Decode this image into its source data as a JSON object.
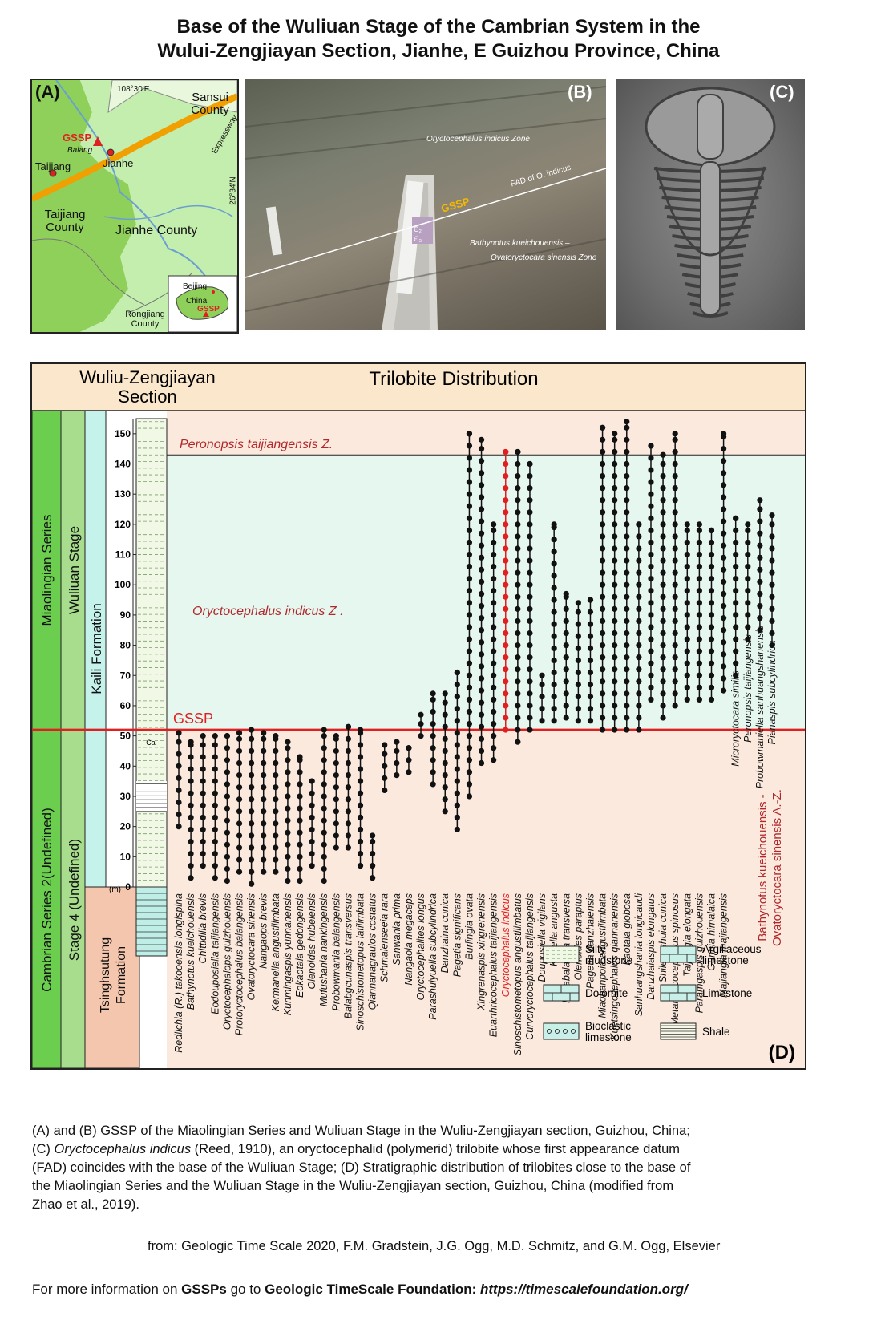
{
  "title_line1": "Base of the Wuliuan Stage of the Cambrian System in the",
  "title_line2": "Wului-Zengjiayan Section, Jianhe, E Guizhou Province, China",
  "panel_a": {
    "label": "(A)",
    "lon": "108°30'E",
    "lat": "26°34'N",
    "expressway": "Expressway",
    "sansui": "Sansui County",
    "gssp": "GSSP",
    "balang": "Balang",
    "jianhe": "Jianhe",
    "taijiang": "Taijiang",
    "taijiang_county": "Taijiang County",
    "jianhe_county": "Jianhe County",
    "rongjiang": "Rongjiang County",
    "inset_china": "China",
    "inset_beijing": "Beijing",
    "inset_gssp": "GSSP"
  },
  "panel_b": {
    "label": "(B)",
    "zone_upper": "Oryctocephalus indicus Zone",
    "fad": "FAD of O. indicus",
    "gssp": "GSSP",
    "zone_lower1": "Bathynotus kueichouensis –",
    "zone_lower2": "Ovatoryctocara sinensis Zone",
    "sign1": "Є₂",
    "sign2": "Є₃"
  },
  "panel_c": {
    "label": "(C)"
  },
  "panel_d": {
    "label": "(D)",
    "section_title1": "Wuliu-Zengjiayan",
    "section_title2": "Section",
    "trilobite_title": "Trilobite Distribution",
    "miaolingian": "Miaolingian Series",
    "wuliuan": "Wuliuan   Stage",
    "series2": "Cambrian Series 2(Undefined)",
    "stage4": "Stage 4 (Undefined)",
    "kaili": "Kaili     Formation",
    "tsinghsutung1": "Tsinghsutung",
    "tsinghsutung2": "Formation",
    "gssp": "GSSP",
    "unit": "(m)",
    "ca_label": "Ca",
    "zone_top": "Peronopsis taijiangensis Z.",
    "zone_mid": "Oryctocephalus indicus  Z .",
    "zone_bot1": "Bathynotus  kueichouensis -",
    "zone_bot2": "Ovatoryctocara sinensis A.-Z.",
    "legend": {
      "silty": "Silty mudstone",
      "argillaceous": "Argillaceous limestone",
      "dolomite": "Dolomite",
      "limestone": "Limestone",
      "bioclastic": "Bioclastic limestone",
      "shale": "Shale"
    }
  },
  "chart_data": {
    "type": "range-chart",
    "ylabel": "(m)",
    "yticks": [
      0,
      10,
      20,
      30,
      40,
      50,
      60,
      70,
      80,
      90,
      100,
      110,
      120,
      130,
      140,
      150
    ],
    "ylim": [
      0,
      155
    ],
    "gssp_level": 52,
    "zone_boundary_top": 143,
    "series": [
      {
        "name": "Redlichia (R.) takooensis longispina",
        "min": 20,
        "max": 51
      },
      {
        "name": "Bathynotus kueichouensis",
        "min": 3,
        "max": 48
      },
      {
        "name": "Chittidilla  brevis",
        "min": 7,
        "max": 50
      },
      {
        "name": "Eodouposiella taijiangensis",
        "min": 3,
        "max": 50
      },
      {
        "name": "Oryctocephalops guizhouensis",
        "min": 2,
        "max": 50
      },
      {
        "name": "Protoryctocephalus balangensis",
        "min": 5,
        "max": 51
      },
      {
        "name": "Ovatoryctocara sinensis",
        "min": 1,
        "max": 52
      },
      {
        "name": "Nangaops brevis",
        "min": 5,
        "max": 51
      },
      {
        "name": "Kermanella angustilimbata",
        "min": 5,
        "max": 50
      },
      {
        "name": "Kunmingaspis yunnanensis",
        "min": 2,
        "max": 48
      },
      {
        "name": "Eokaotaia gedongensis",
        "min": 2,
        "max": 43
      },
      {
        "name": "Olenoides hubeiensis",
        "min": 7,
        "max": 35
      },
      {
        "name": "Mufushania nankingensis",
        "min": 2,
        "max": 52
      },
      {
        "name": "Probowmania balangensis",
        "min": 13,
        "max": 50
      },
      {
        "name": "Balabgcunaspis transversus",
        "min": 13,
        "max": 53
      },
      {
        "name": "Sinoschistometopus latilimbata",
        "min": 7,
        "max": 52
      },
      {
        "name": "Qiannanagraulos costatus",
        "min": 3,
        "max": 17
      },
      {
        "name": "Schmalenseeia rara",
        "min": 32,
        "max": 47
      },
      {
        "name": "Sanwania prima",
        "min": 37,
        "max": 48
      },
      {
        "name": "Nangaoia megaceps",
        "min": 38,
        "max": 46
      },
      {
        "name": "Oryctocephalites longus",
        "min": 50,
        "max": 57
      },
      {
        "name": "Parashuiyuella subcylindrica",
        "min": 34,
        "max": 64
      },
      {
        "name": "Danzhaina conica",
        "min": 25,
        "max": 64
      },
      {
        "name": "Pagetia significans",
        "min": 19,
        "max": 71
      },
      {
        "name": "Burlingia ovata",
        "min": 30,
        "max": 150
      },
      {
        "name": "Xingrenaspis xingrenensis",
        "min": 41,
        "max": 148
      },
      {
        "name": "Euarthricocephalus taijiangensis",
        "min": 42,
        "max": 120
      },
      {
        "name": "Oryctocephalus indicus",
        "min": 52,
        "max": 144
      },
      {
        "name": "Sinoschistometopus angustilimbatus",
        "min": 48,
        "max": 144
      },
      {
        "name": "Curvoryctocephalus taijiangensis",
        "min": 52,
        "max": 140
      },
      {
        "name": "Douposiella vigilans",
        "min": 55,
        "max": 70
      },
      {
        "name": "Kaijiella angusta",
        "min": 55,
        "max": 120
      },
      {
        "name": "Metabalangia transversa",
        "min": 56,
        "max": 97
      },
      {
        "name": "Olenoides paraptus",
        "min": 55,
        "max": 94
      },
      {
        "name": "Pagetia danzhaiensis",
        "min": 55,
        "max": 95
      },
      {
        "name": "Miaobanpoia angustilimbata",
        "min": 52,
        "max": 152
      },
      {
        "name": "Kuetsingocephalus qiannanensis",
        "min": 52,
        "max": 150
      },
      {
        "name": "Kaotaia globosa",
        "min": 52,
        "max": 154
      },
      {
        "name": "Sanhuangshania longicaudi",
        "min": 52,
        "max": 120
      },
      {
        "name": "Danzhaiaspis elongatus",
        "min": 62,
        "max": 146
      },
      {
        "name": "Shilengshuia conica",
        "min": 56,
        "max": 143
      },
      {
        "name": "Metarthricocephalus spinosus",
        "min": 60,
        "max": 150
      },
      {
        "name": "Taijiangia elongata",
        "min": 62,
        "max": 120
      },
      {
        "name": "Paramgaspis guizhouensis",
        "min": 62,
        "max": 120
      },
      {
        "name": "Gunnia himalaica",
        "min": 62,
        "max": 118
      },
      {
        "name": "Majiangia majiangensis",
        "min": 65,
        "max": 150
      },
      {
        "name": "Microryctocara similis",
        "min": 70,
        "max": 122
      },
      {
        "name": "Peronopsis taijiangensis",
        "min": 82,
        "max": 120
      },
      {
        "name": "Probowmaniella sanhuangshanensis",
        "min": 85,
        "max": 128
      },
      {
        "name": "Pianaspis subcylindrica",
        "min": 80,
        "max": 123
      }
    ]
  },
  "caption": {
    "line1": "(A) and (B)  GSSP of the Miaolingian Series and Wuliuan Stage in the Wuliu-Zengjiayan section, Guizhou, China;",
    "line2_a": "(C) ",
    "line2_italic": "Oryctocephalus indicus",
    "line2_b": " (Reed, 1910), an oryctocephalid (polymerid) trilobite whose first appearance datum",
    "line3": "(FAD) coincides with the base of the Wuliuan Stage; (D)  Stratigraphic distribution of trilobites close to the base of",
    "line4": "the Miaolingian Series and the Wuliuan Stage in the Wuliu-Zengjiayan section, Guizhou, China (modified from",
    "line5": "Zhao et al., 2019)."
  },
  "source": "from: Geologic Time Scale 2020, F.M. Gradstein, J.G. Ogg, M.D. Schmitz, and G.M. Ogg, Elsevier",
  "footer": {
    "pre": "For more information on ",
    "gssps": "GSSPs",
    "mid": " go to ",
    "foundation": "Geologic TimeScale Foundation:",
    "url": " https://timescalefoundation.org/"
  },
  "colors": {
    "map_green": "#8fd05a",
    "gssp_red": "#e02020",
    "zone_pink": "#fbe9dd",
    "zone_teal": "#e6f7f0",
    "header_tan": "#fbe8cc",
    "series_green": "#6cce4e",
    "stage_green": "#a7dd8c",
    "formation_teal": "#c6f2ec",
    "tsing_peach": "#f4c6ae"
  }
}
